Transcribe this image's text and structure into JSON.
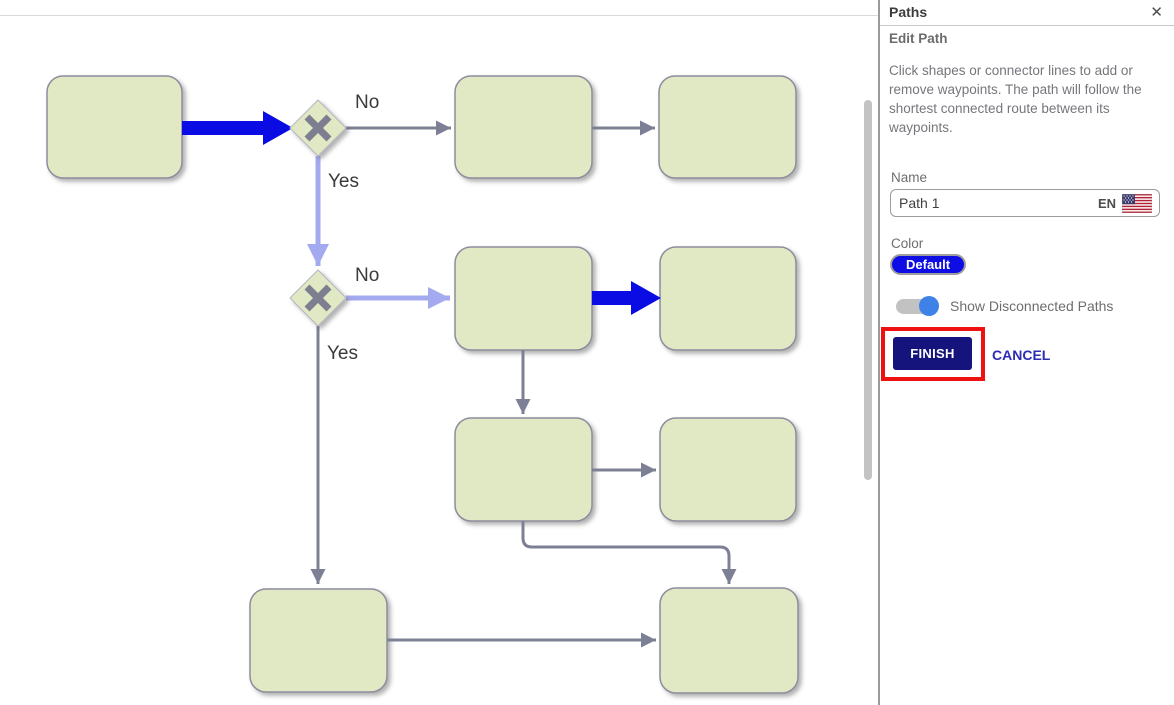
{
  "panel": {
    "title": "Paths",
    "close_icon": "✕",
    "subtitle": "Edit Path",
    "description": "Click shapes or connector lines to add or remove waypoints. The path will follow the shortest connected route between its waypoints.",
    "name_field": {
      "label": "Name",
      "value": "Path 1",
      "lang_code": "EN"
    },
    "color_field": {
      "label": "Color",
      "value": "Default",
      "swatch_color": "#0e0ee4"
    },
    "toggle": {
      "label": "Show Disconnected Paths",
      "enabled": true
    },
    "buttons": {
      "finish": "FINISH",
      "cancel": "CANCEL"
    },
    "colors": {
      "finish_bg": "#14147c",
      "cancel_text": "#2d2db4",
      "annotation_red": "#ee1111",
      "toggle_knob": "#3e82e7",
      "color_pill": "#0e0ee4"
    }
  },
  "canvas": {
    "labels": {
      "branch1_no": "No",
      "branch1_yes": "Yes",
      "branch2_no": "No",
      "branch2_yes": "Yes"
    },
    "colors": {
      "box_fill": "#e0e9c4",
      "box_border": "#8d8d9d",
      "connector_gray": "#7d8095",
      "connector_selected_blue": "#0b0be4",
      "connector_path_periwinkle": "#a4aaef"
    }
  }
}
